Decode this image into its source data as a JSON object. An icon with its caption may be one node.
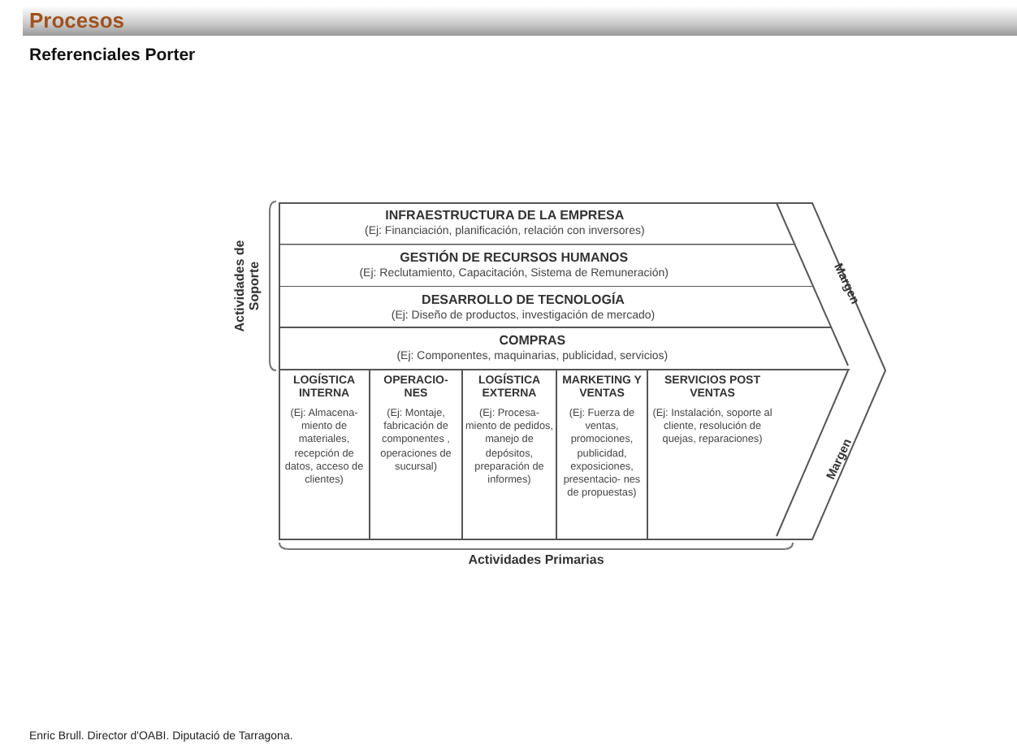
{
  "diagram": {
    "title": "Procesos",
    "nodes": [
      {
        "text": [
          "INFRAESTRUCTURA DE LA EMPRESA",
          "(Ej: Financiación, planificación, relación con inversores)"
        ]
      },
      {
        "text": [
          "GESTIÓN DE RECURSOS HUMANOS",
          "(Ej: Reclutamiento, Capacitación, Sistema de Remuneración)"
        ]
      },
      {
        "text": [
          "DESARROLLO DE TECNOLOGÍA",
          "(Ej: Diseño de productos, investigación de mercado)"
        ]
      },
      {
        "text": [
          "COMPRAS",
          "(Ej: Componentes, maquinarias, publicidad, servicios)"
        ]
      },
      {
        "text": [
          "LOGÍSTICA INTERNA",
          "(Ej: Almacena- miento de materiales, recepción de datos, acceso de clientes)"
        ]
      },
      {
        "text": [
          "OPERACIO- NES",
          "(Ej: Montaje, fabricación de componentes , operaciones de sucursal)"
        ]
      },
      {
        "text": [
          "LOGÍSTICA EXTERNA",
          "(Ej: Procesa- miento de pedidos, manejo de depósitos, preparación de informes)"
        ]
      },
      {
        "text": [
          "MARKETING Y VENTAS",
          "(Ej: Fuerza de ventas, promociones, publicidad, exposiciones, presentacio- nes de propuestas)"
        ]
      },
      {
        "text": [
          "SERVICIOS POST VENTAS",
          "(Ej: Instalación, soporte al cliente, resolución de quejas, reparaciones)"
        ]
      }
    ],
    "edges": [],
    "labels": [
      "Referenciales Porter",
      "Actividades de Soporte",
      "Margen",
      "Margen",
      "Actividades Primarias",
      "Enric Brull. Director d'OABI. Diputació de Tarragona."
    ]
  }
}
